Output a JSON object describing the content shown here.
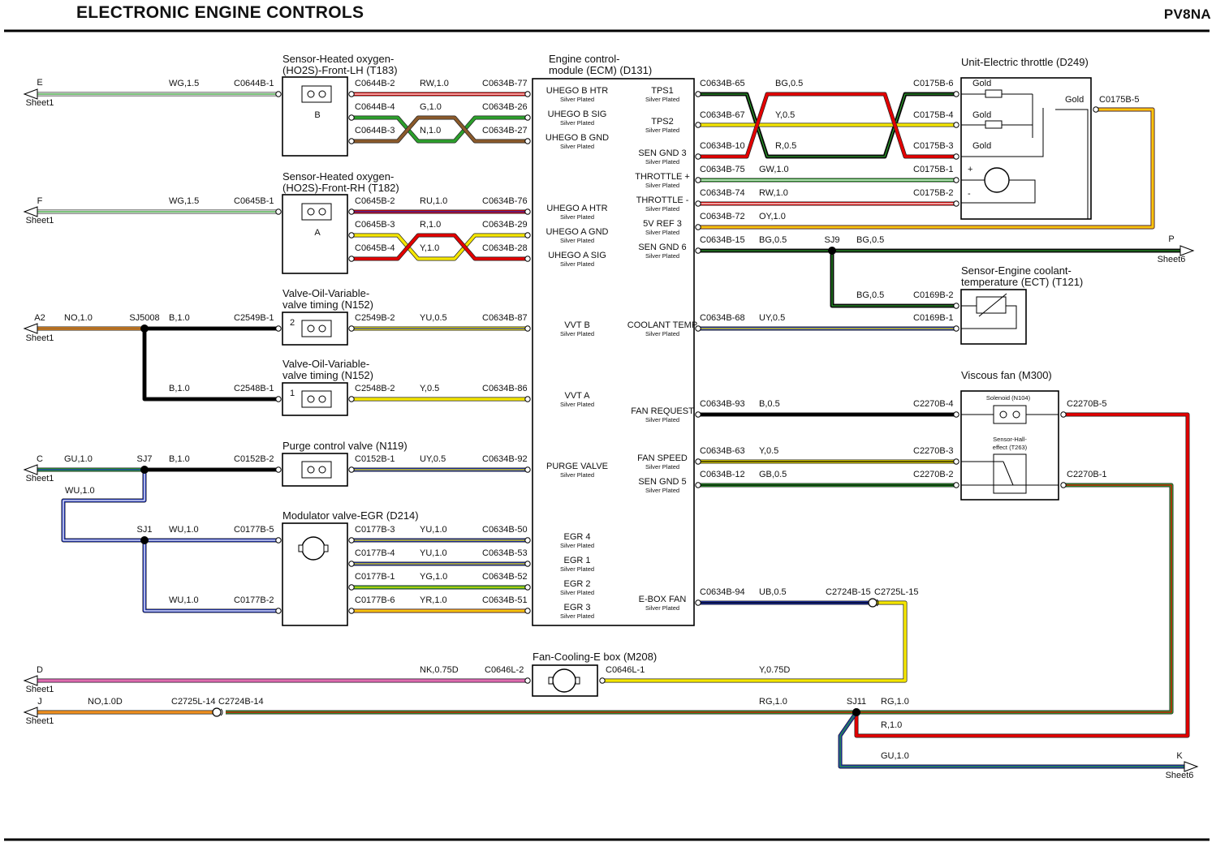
{
  "header": {
    "title": "ELECTRONIC ENGINE CONTROLS",
    "code": "PV8NA"
  },
  "colors": {
    "W": "#ffffff",
    "G": "#2ca02c",
    "R": "#e30000",
    "N": "#8b5a2b",
    "Y": "#f5e600",
    "U": "#1a2fb8",
    "B": "#000000",
    "O": "#ef8f1f",
    "P": "#d95bb5",
    "K": "#e07aa8"
  },
  "components": [
    {
      "id": "ho2s-lh",
      "title": [
        "Sensor-Heated oxygen-",
        "(HO2S)-Front-LH (T183)"
      ],
      "label": "B"
    },
    {
      "id": "ho2s-rh",
      "title": [
        "Sensor-Heated oxygen-",
        "(HO2S)-Front-RH (T182)"
      ],
      "label": "A"
    },
    {
      "id": "vvt2",
      "title": [
        "Valve-Oil-Variable-",
        "valve timing (N152)"
      ],
      "label": "2"
    },
    {
      "id": "vvt1",
      "title": [
        "Valve-Oil-Variable-",
        "valve timing (N152)"
      ],
      "label": "1"
    },
    {
      "id": "purge",
      "title": [
        "Purge control valve (N119)"
      ],
      "label": ""
    },
    {
      "id": "egr",
      "title": [
        "Modulator valve-EGR (D214)"
      ],
      "label": ""
    },
    {
      "id": "ecm",
      "title": [
        "Engine control-",
        "module (ECM) (D131)"
      ],
      "label": ""
    },
    {
      "id": "throttle",
      "title": [
        "Unit-Electric throttle (D249)"
      ],
      "label": ""
    },
    {
      "id": "ect",
      "title": [
        "Sensor-Engine coolant-",
        "temperature (ECT) (T121)"
      ],
      "label": ""
    },
    {
      "id": "visc",
      "title": [
        "Viscous fan (M300)"
      ],
      "label": ""
    },
    {
      "id": "efan",
      "title": [
        "Fan-Cooling-E box (M208)"
      ],
      "label": ""
    }
  ],
  "sub_labels": {
    "solenoid": "Solenoid (N104)",
    "hall": [
      "Sensor-Hall-",
      "effect (T263)"
    ],
    "gold": "Gold"
  },
  "ecm_left_pins": [
    {
      "name": "UHEGO B HTR",
      "note": "Silver Plated"
    },
    {
      "name": "UHEGO B SIG",
      "note": "Silver Plated"
    },
    {
      "name": "UHEGO B GND",
      "note": "Silver Plated"
    },
    {
      "name": "UHEGO A HTR",
      "note": "Silver Plated"
    },
    {
      "name": "UHEGO A GND",
      "note": "Silver Plated"
    },
    {
      "name": "UHEGO A SIG",
      "note": "Silver Plated"
    },
    {
      "name": "VVT B",
      "note": "Silver Plated"
    },
    {
      "name": "VVT A",
      "note": "Silver Plated"
    },
    {
      "name": "PURGE VALVE",
      "note": "Silver Plated"
    },
    {
      "name": "EGR 4",
      "note": "Silver Plated"
    },
    {
      "name": "EGR 1",
      "note": "Silver Plated"
    },
    {
      "name": "EGR 2",
      "note": "Silver Plated"
    },
    {
      "name": "EGR 3",
      "note": "Silver Plated"
    }
  ],
  "ecm_right_pins": [
    {
      "name": "TPS1",
      "note": "Silver Plated"
    },
    {
      "name": "TPS2",
      "note": "Silver Plated"
    },
    {
      "name": "SEN GND 3",
      "note": "Silver Plated"
    },
    {
      "name": "THROTTLE +",
      "note": "Silver Plated"
    },
    {
      "name": "THROTTLE -",
      "note": "Silver Plated"
    },
    {
      "name": "5V REF 3",
      "note": "Silver Plated"
    },
    {
      "name": "SEN GND 6",
      "note": "Silver Plated"
    },
    {
      "name": "COOLANT TEMP",
      "note": "Silver Plated"
    },
    {
      "name": "FAN REQUEST",
      "note": "Silver Plated"
    },
    {
      "name": "FAN SPEED",
      "note": "Silver Plated"
    },
    {
      "name": "SEN GND 5",
      "note": "Silver Plated"
    },
    {
      "name": "E-BOX FAN",
      "note": "Silver Plated"
    }
  ],
  "offsheet": [
    {
      "letter": "E",
      "sheet": "Sheet1"
    },
    {
      "letter": "F",
      "sheet": "Sheet1"
    },
    {
      "letter": "A2",
      "sheet": "Sheet1"
    },
    {
      "letter": "C",
      "sheet": "Sheet1"
    },
    {
      "letter": "D",
      "sheet": "Sheet1"
    },
    {
      "letter": "J",
      "sheet": "Sheet1"
    },
    {
      "letter": "P",
      "sheet": "Sheet6"
    },
    {
      "letter": "K",
      "sheet": "Sheet6"
    }
  ],
  "splices": [
    "SJ5008",
    "SJ7",
    "SJ1",
    "SJ9",
    "SJ11"
  ],
  "wire_labels": [
    "WG,1.5",
    "C0644B-1",
    "C0644B-2",
    "RW,1.0",
    "C0634B-77",
    "C0644B-4",
    "G,1.0",
    "C0634B-26",
    "C0644B-3",
    "N,1.0",
    "C0634B-27",
    "WG,1.5",
    "C0645B-1",
    "C0645B-2",
    "RU,1.0",
    "C0634B-76",
    "C0645B-3",
    "R,1.0",
    "C0634B-29",
    "C0645B-4",
    "Y,1.0",
    "C0634B-28",
    "NO,1.0",
    "B,1.0",
    "C2549B-1",
    "C2549B-2",
    "YU,0.5",
    "C0634B-87",
    "B,1.0",
    "C2548B-1",
    "C2548B-2",
    "Y,0.5",
    "C0634B-86",
    "GU,1.0",
    "B,1.0",
    "C0152B-2",
    "C0152B-1",
    "UY,0.5",
    "C0634B-92",
    "WU,1.0",
    "WU,1.0",
    "C0177B-5",
    "C0177B-3",
    "YU,1.0",
    "C0634B-50",
    "C0177B-4",
    "YU,1.0",
    "C0634B-53",
    "C0177B-1",
    "YG,1.0",
    "C0634B-52",
    "WU,1.0",
    "C0177B-2",
    "C0177B-6",
    "YR,1.0",
    "C0634B-51",
    "C0634B-65",
    "BG,0.5",
    "C0175B-6",
    "C0634B-67",
    "Y,0.5",
    "C0175B-4",
    "C0634B-10",
    "R,0.5",
    "C0175B-3",
    "C0634B-75",
    "GW,1.0",
    "C0175B-1",
    "C0634B-74",
    "RW,1.0",
    "C0175B-2",
    "C0634B-72",
    "OY,1.0",
    "C0175B-5",
    "C0634B-15",
    "BG,0.5",
    "BG,0.5",
    "BG,0.5",
    "C0169B-2",
    "C0634B-68",
    "UY,0.5",
    "C0169B-1",
    "C0634B-93",
    "B,0.5",
    "C2270B-4",
    "C2270B-5",
    "C0634B-63",
    "Y,0.5",
    "C2270B-3",
    "C0634B-12",
    "GB,0.5",
    "C2270B-2",
    "C2270B-1",
    "C0634B-94",
    "UB,0.5",
    "C2724B-15",
    "C2725L-15",
    "NK,0.75D",
    "C0646L-2",
    "C0646L-1",
    "Y,0.75D",
    "NO,1.0D",
    "C2725L-14",
    "C2724B-14",
    "RG,1.0",
    "RG,1.0",
    "R,1.0",
    "GU,1.0"
  ],
  "gnd_pm": [
    "+",
    "-"
  ]
}
